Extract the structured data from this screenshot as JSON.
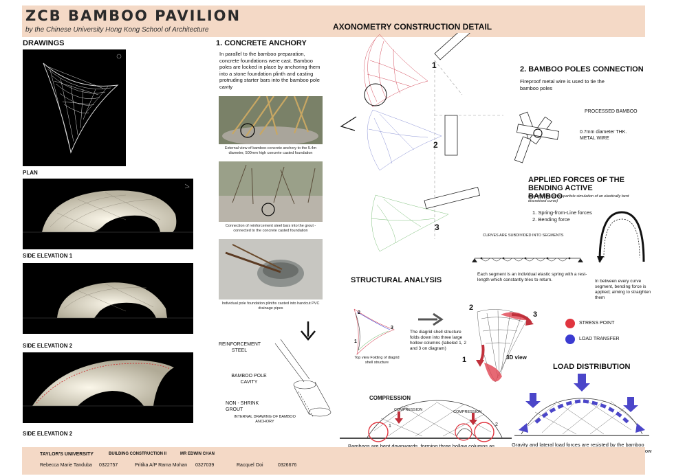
{
  "header": {
    "title": "ZCB BAMBOO PAVILION",
    "subtitle": "by the Chinese University Hong Kong School of Architecture",
    "axonometry_title": "AXONOMETRY CONSTRUCTION DETAIL"
  },
  "drawings": {
    "heading": "DRAWINGS",
    "plan_label": "PLAN",
    "elev1_label": "SIDE ELEVATION 1",
    "elev2_label": "SIDE ELEVATION 2",
    "elev3_label": "SIDE ELEVATION 2"
  },
  "anchor": {
    "heading": "1. CONCRETE ANCHORY",
    "body": "In parallel to the bamboo preparation, concrete foundations were cast. Bamboo poles are locked in place by anchoring them into a stone foundation plinth and casting protruding starter bars into the bamboo pole cavity",
    "cap1": "External view of bamboo-concrete anchory to the 5.4m diameter, 500mm high concrete casted foundation",
    "cap2": "Connection of reinforcement steel bars into the grout - connected to the concrete casted foundation",
    "cap3": "Individual pole foundation plinths casted into handcut PVC drainage pipes",
    "lbl_steel": "REINFORCEMENT STEEL",
    "lbl_cavity": "BAMBOO POLE CAVITY",
    "lbl_grout": "NON - SHRINK GROUT",
    "lbl_internal": "INTERNAL DRAWING OF BAMBOO ANCHORY"
  },
  "axon": {
    "n1": "1",
    "n2": "2",
    "n3": "3"
  },
  "connection": {
    "heading": "2. BAMBOO POLES CONNECTION",
    "body": "Fireproof metal wire is used to tie the bamboo poles",
    "lbl_processed": "PROCESSED BAMBOO",
    "lbl_wire": "0.7mm diameter THK. METAL WIRE"
  },
  "forces": {
    "heading": "APPLIED FORCES OF THE BENDING ACTIVE BAMBOO",
    "sub": "(shown in the spring-particle simulation of an elastically bent discretised curve)",
    "item1": "1. Spring-from-Line forces",
    "item2": "2. Bending force",
    "curve_label": "CURVES ARE SUBDIVIDED INTO SEGMENTS",
    "segment_text": "Each segment is an individual elastic spring with a rest-length which constantly tries to return.",
    "bend_text": "In between every curve segment, bending force is applied; aiming to straighten them"
  },
  "structural": {
    "heading": "STRUCTURAL ANALYSIS",
    "text": "The diagrid shell structure folds down into three large hollow columns (labeled 1, 2 and 3 on diagram)",
    "topview": "Top view Folding of diagrid shell structure",
    "view3d": "3D view",
    "legend_stress": "STRESS POINT",
    "legend_load": "LOAD TRANSFER",
    "t1": "1",
    "t2": "2",
    "t3": "3",
    "d1": "1",
    "d2": "2",
    "d3": "3"
  },
  "compression": {
    "heading": "COMPRESSION",
    "lbl1": "COMPRESSION",
    "lbl2": "COMPRESSION",
    "n1": "1",
    "n2": "2",
    "text": "Bamboos are bent downwards, forming three hollow columns as structural elements (compression members) as they are pushed together; to carry the load transfer of the structure"
  },
  "load": {
    "heading": "LOAD DISTRIBUTION",
    "text": "Gravity and lateral load forces are resisted by the bamboo lattice, hence load forces are transferred into the three hollow columns."
  },
  "footer": {
    "university": "TAYLOR'S UNIVERSITY",
    "course": "BUILDING CONSTRUCTION II",
    "lecturer": "MR EDWIN CHAN",
    "s1_name": "Rebecca Marie Tanduba",
    "s1_id": "0322757",
    "s2_name": "Pritika A/P Rama Mohan",
    "s2_id": "0327039",
    "s3_name": "Racquel Ooi",
    "s3_id": "0326676"
  },
  "colors": {
    "band": "#f4d9c6",
    "stress": "#e0353f",
    "load": "#3b3bd1"
  }
}
